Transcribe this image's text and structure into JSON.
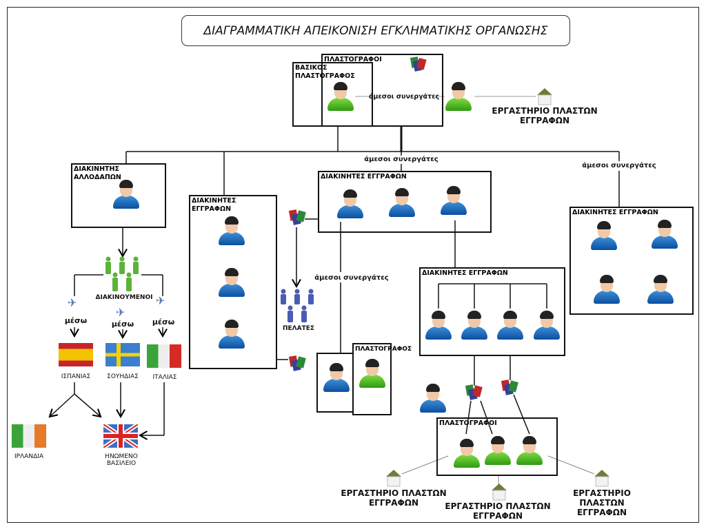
{
  "title": "ΔΙΑΓΡΑΜΜΑΤΙΚΗ ΑΠΕΙΚΟΝΙΣΗ ΕΓΚΛΗΜΑΤΙΚΗΣ ΟΡΓΑΝΩΣΗΣ",
  "boxes": {
    "forgers_top": "ΠΛΑΣΤΟΓΡΑΦΟΙ",
    "main_forger": "ΒΑΣΙΚΟΣ\nΠΛΑΣΤΟΓΡΑΦΟΣ",
    "alien_smuggler": "ΔΙΑΚΙΝΗΤΗΣ ΑΛΛΟΔΑΠΩΝ",
    "doc_dealers_left": "ΔΙΑΚΙΝΗΤΕΣ  ΕΓΓΡΑΦΩΝ",
    "doc_dealers_middle": "ΔΙΑΚΙΝΗΤΕΣ ΕΓΓΡΑΦΩΝ",
    "doc_dealers_right": "ΔΙΑΚΙΝΗΤΕΣ ΕΓΓΡΑΦΩΝ",
    "doc_dealers_lower": "ΔΙΑΚΙΝΗΤΕΣ ΕΓΓΡΑΦΩΝ",
    "forger_single": "ΠΛΑΣΤΟΓΡΑΦΟΣ",
    "forgers_bottom": "ΠΛΑΣΤΟΓΡΑΦΟΙ"
  },
  "labels": {
    "associates": "άμεσοι συνεργάτες",
    "workshop": "ΕΡΓΑΣΤΗΡΙΟ  ΠΛΑΣΤΩΝ\nΕΓΓΡΑΦΩΝ",
    "workshop_b": "ΕΡΓΑΣΤΗΡΙΟ ΠΛΑΣΤΩΝ\nΕΓΓΡΑΦΩΝ",
    "smuggled": "ΔΙΑΚΙΝΟΥΜΕΝΟΙ",
    "via": "μέσω",
    "clients": "ΠΕΛΑΤΕΣ"
  },
  "countries": {
    "spain": "ΙΣΠΑΝΙΑΣ",
    "sweden": "ΣΟΥΗΔΙΑΣ",
    "italy": "ΙΤΑΛΙΑΣ",
    "ireland": "ΙΡΛΑΝΔΙΑ",
    "uk": "ΗΝΩΜΕΝΟ\nΒΑΣΙΛΕΙΟ"
  },
  "colors": {
    "blue_person": "#0b4fa0",
    "green_person": "#2f9a12",
    "group_green": "#5cb33a",
    "group_blue": "#4a5bb5"
  }
}
